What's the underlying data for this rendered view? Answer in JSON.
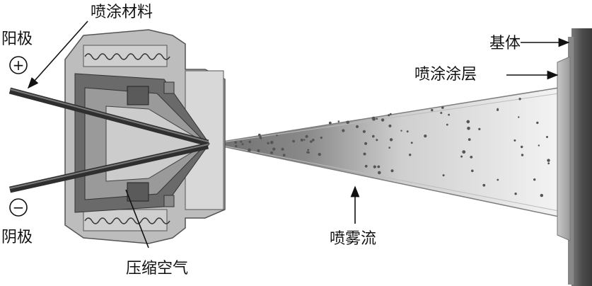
{
  "labels": {
    "spray_material": "喷涂材料",
    "anode": "阳极",
    "anode_symbol": "+",
    "cathode": "阴极",
    "cathode_symbol": "−",
    "compressed_air": "压缩空气",
    "spray_stream": "喷雾流",
    "substrate": "基体",
    "spray_coating": "喷涂涂层"
  },
  "colors": {
    "nozzle_body": "#b9b9b9",
    "nozzle_dark": "#4a4a4a",
    "wire": "#3a3a3a",
    "cone_edge": "#8c8c8c",
    "substrate": "#555555",
    "coating": "#a3a3a3"
  }
}
